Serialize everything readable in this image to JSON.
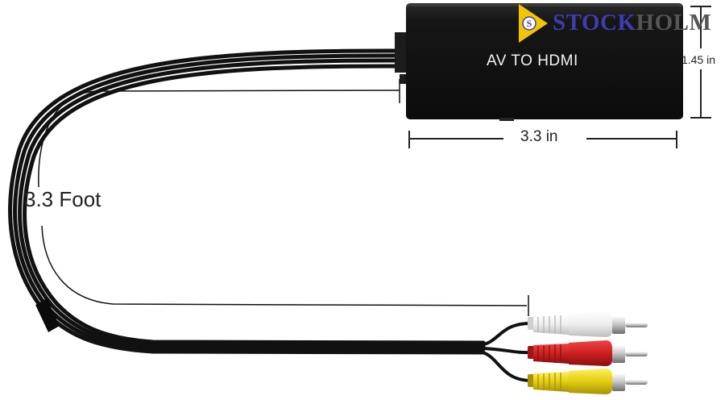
{
  "product": {
    "device_label": "AV TO HDMI",
    "width_label": "3.3 in",
    "height_label": "1.45 in",
    "cable_length_label": "3.3 Foot"
  },
  "brand": {
    "logo_letter": "S",
    "name_part_1": "STOCK",
    "name_part_2": "HOLM"
  },
  "colors": {
    "device_body": "#141414",
    "cable": "#111111",
    "plug_white": "#f3f3f3",
    "plug_red": "#cc1f1f",
    "plug_yellow": "#e3cc12",
    "logo_yellow": "#f2c500",
    "brand_blue": "#3d3db0",
    "brand_gray": "#555555"
  }
}
